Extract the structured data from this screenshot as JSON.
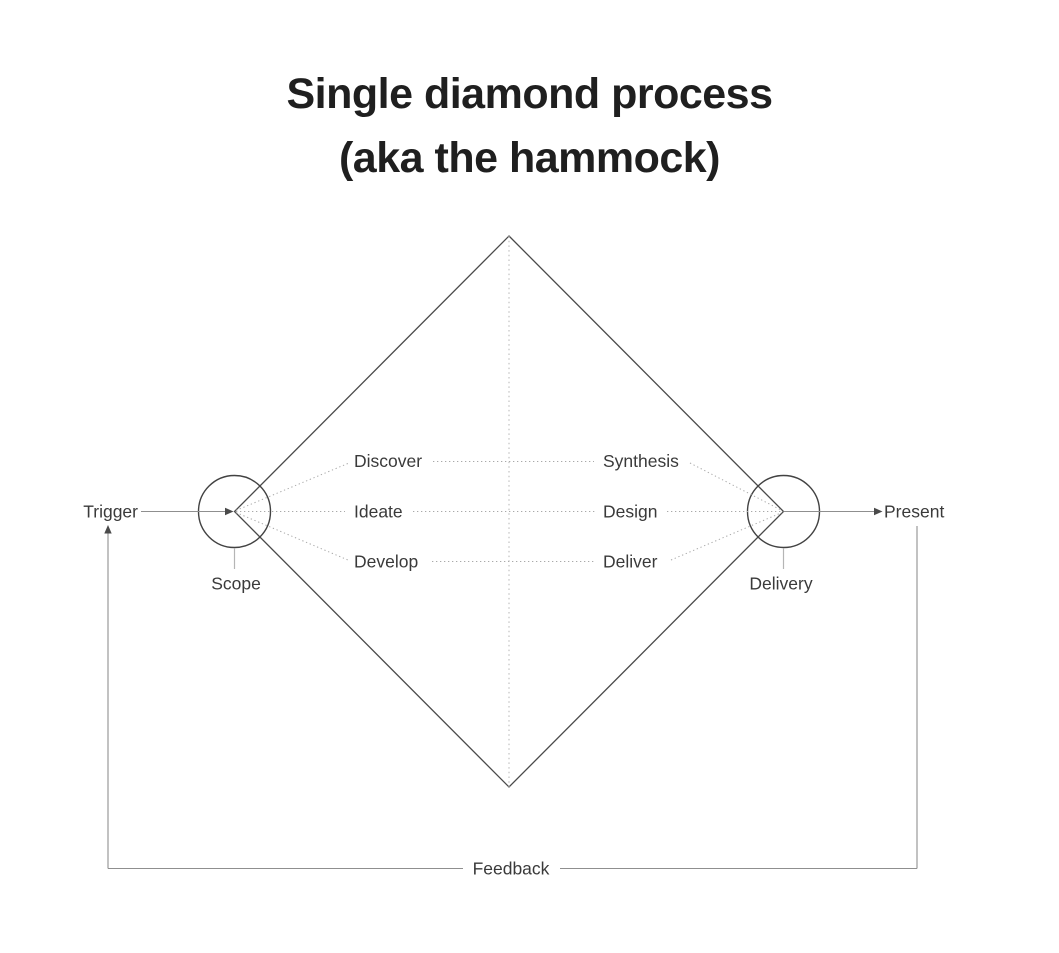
{
  "title": {
    "line1": "Single diamond process",
    "line2": "(aka the hammock)"
  },
  "labels": {
    "trigger": "Trigger",
    "present": "Present",
    "scope": "Scope",
    "delivery": "Delivery",
    "feedback": "Feedback"
  },
  "phases": {
    "diverge": [
      "Discover",
      "Ideate",
      "Develop"
    ],
    "converge": [
      "Synthesis",
      "Design",
      "Deliver"
    ]
  },
  "colors": {
    "background": "#ffffff",
    "title_text": "#1f1f1f",
    "label_text": "#3a3a3a",
    "diamond_stroke": "#4a4a4a",
    "solid_connector": "#8f8f8f",
    "dotted_line": "#a9a9a9"
  }
}
